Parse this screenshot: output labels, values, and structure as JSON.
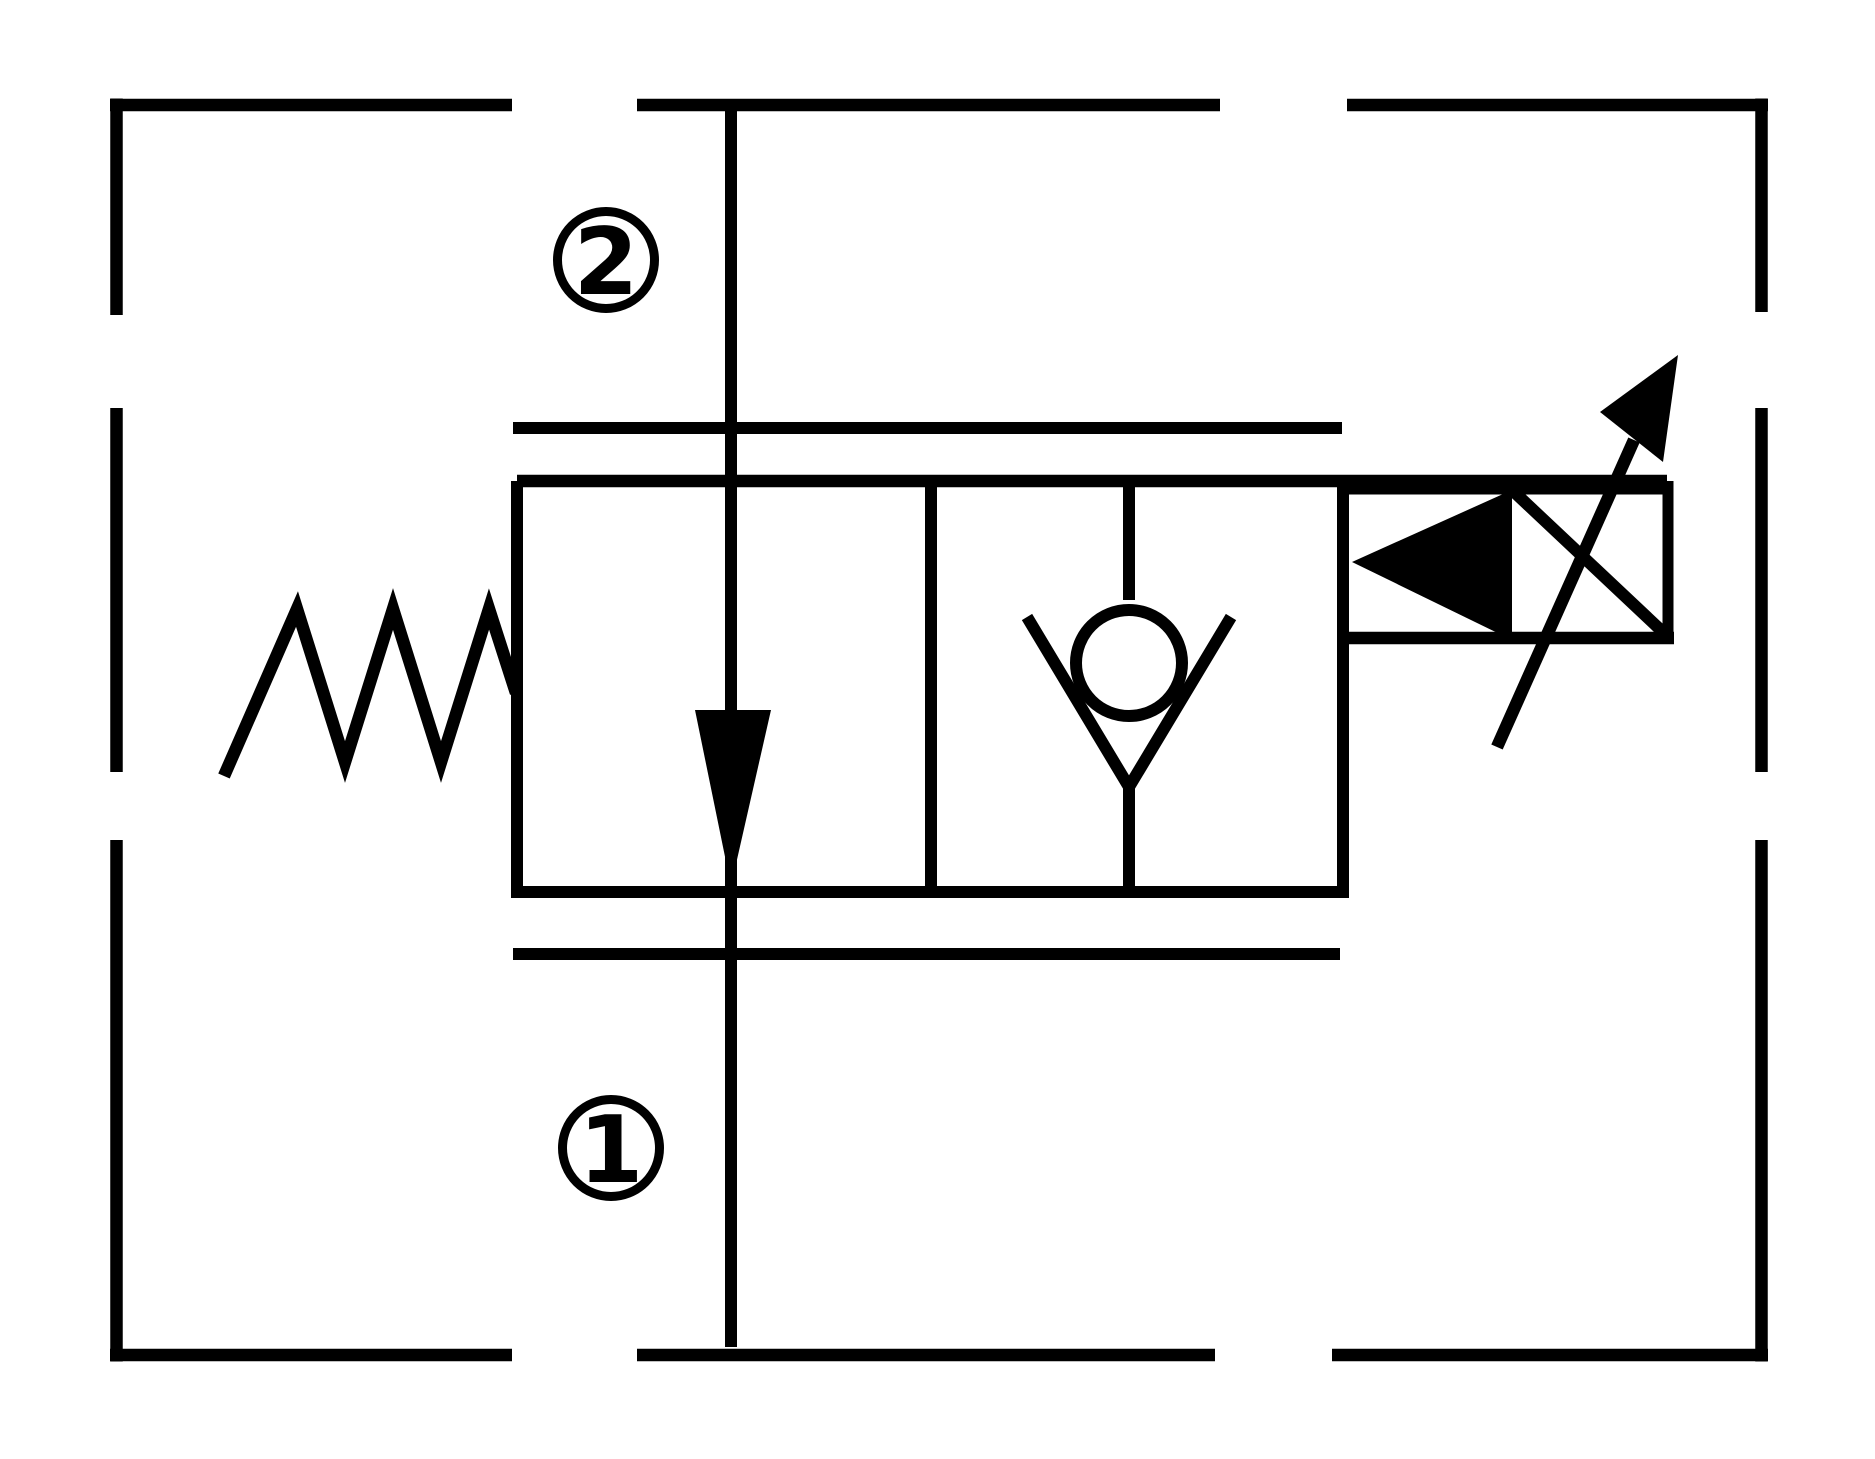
{
  "diagram": {
    "kind": "hydraulic-cartridge-valve-schematic",
    "background_color": "#ffffff",
    "line_color": "#000000",
    "ports": {
      "port2_label": "2",
      "port1_label": "1"
    },
    "components": {
      "envelope": "dashed valve boundary",
      "main_flow_path": "vertical flow line from port 2 to port 1",
      "flow_arrow": "downward flow arrow",
      "spring": "return spring (left)",
      "check_valve": "check valve (circle on V seat)",
      "solenoid": "proportional solenoid with left-pointing triangle",
      "adjustment_arrow": "diagonal adjustability arrow through solenoid box"
    }
  }
}
